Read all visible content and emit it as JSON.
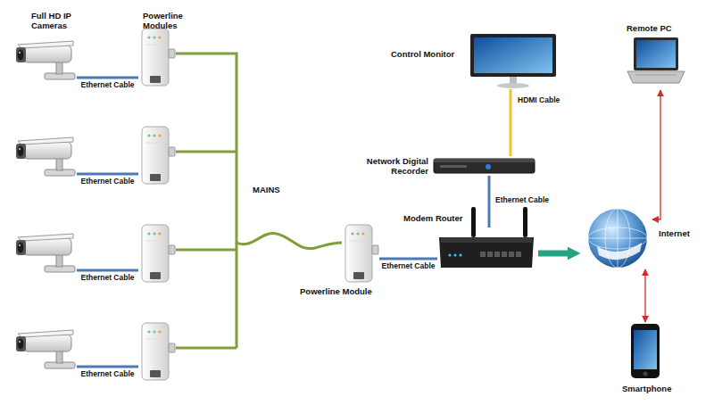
{
  "diagram": {
    "nodes": [
      {
        "text": [
          "Full HD IP Cameras"
        ]
      },
      {
        "text": [
          "Powerline Modules"
        ]
      },
      {
        "text": [
          "Powerline Module"
        ]
      },
      {
        "text": [
          "Modem Router"
        ]
      },
      {
        "text": [
          "Network Digital Recorder"
        ]
      },
      {
        "text": [
          "Control Monitor"
        ]
      },
      {
        "text": [
          "Internet"
        ]
      },
      {
        "text": [
          "Remote PC"
        ]
      },
      {
        "text": [
          "Smartphone"
        ]
      }
    ],
    "edges": [
      {
        "from": 0,
        "to": 1,
        "label": "Ethernet Cable",
        "arrow": "none"
      },
      {
        "from": 1,
        "to": 2,
        "arrow": "none"
      },
      {
        "from": 2,
        "to": 3,
        "label": "Ethernet Cable",
        "arrow": "none"
      },
      {
        "from": 4,
        "to": 3,
        "label": "Ethernet Cable",
        "arrow": "none"
      },
      {
        "from": 5,
        "to": 4,
        "label": "HDMI Cable",
        "arrow": "none"
      },
      {
        "from": 3,
        "to": 6,
        "arrow": "to"
      },
      {
        "from": 6,
        "to": 7,
        "arrow": "both"
      },
      {
        "from": 6,
        "to": 8,
        "arrow": "both"
      }
    ],
    "labels": [
      "Ethernet Cable",
      "Ethernet Cable",
      "Ethernet Cable",
      "MAINS"
    ]
  }
}
